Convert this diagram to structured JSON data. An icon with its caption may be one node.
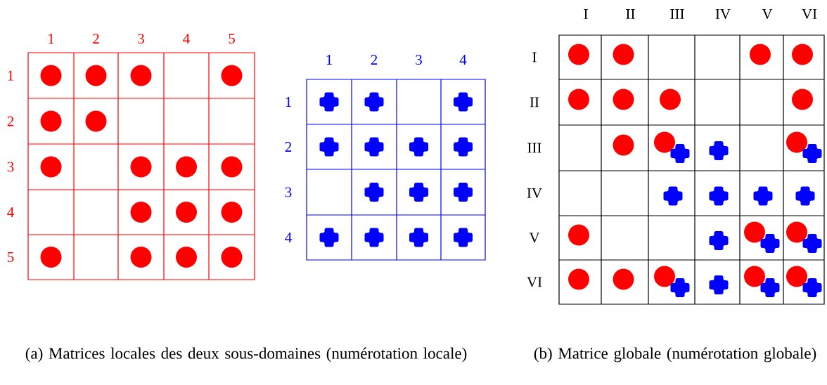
{
  "diagram": {
    "labels": [
      "I",
      "II",
      "III",
      "IV",
      "V",
      "VI",
      "1",
      "2",
      "3",
      "4",
      "5",
      "1",
      "2",
      "3",
      "4",
      "1",
      "2",
      "3",
      "4",
      "5",
      "1",
      "2",
      "3",
      "4",
      "I",
      "II",
      "III",
      "IV",
      "V",
      "VI",
      "(a) Matrices locales des deux sous-domaines (numérotation locale)",
      "(b) Matrice globale (numérotation globale)"
    ]
  }
}
